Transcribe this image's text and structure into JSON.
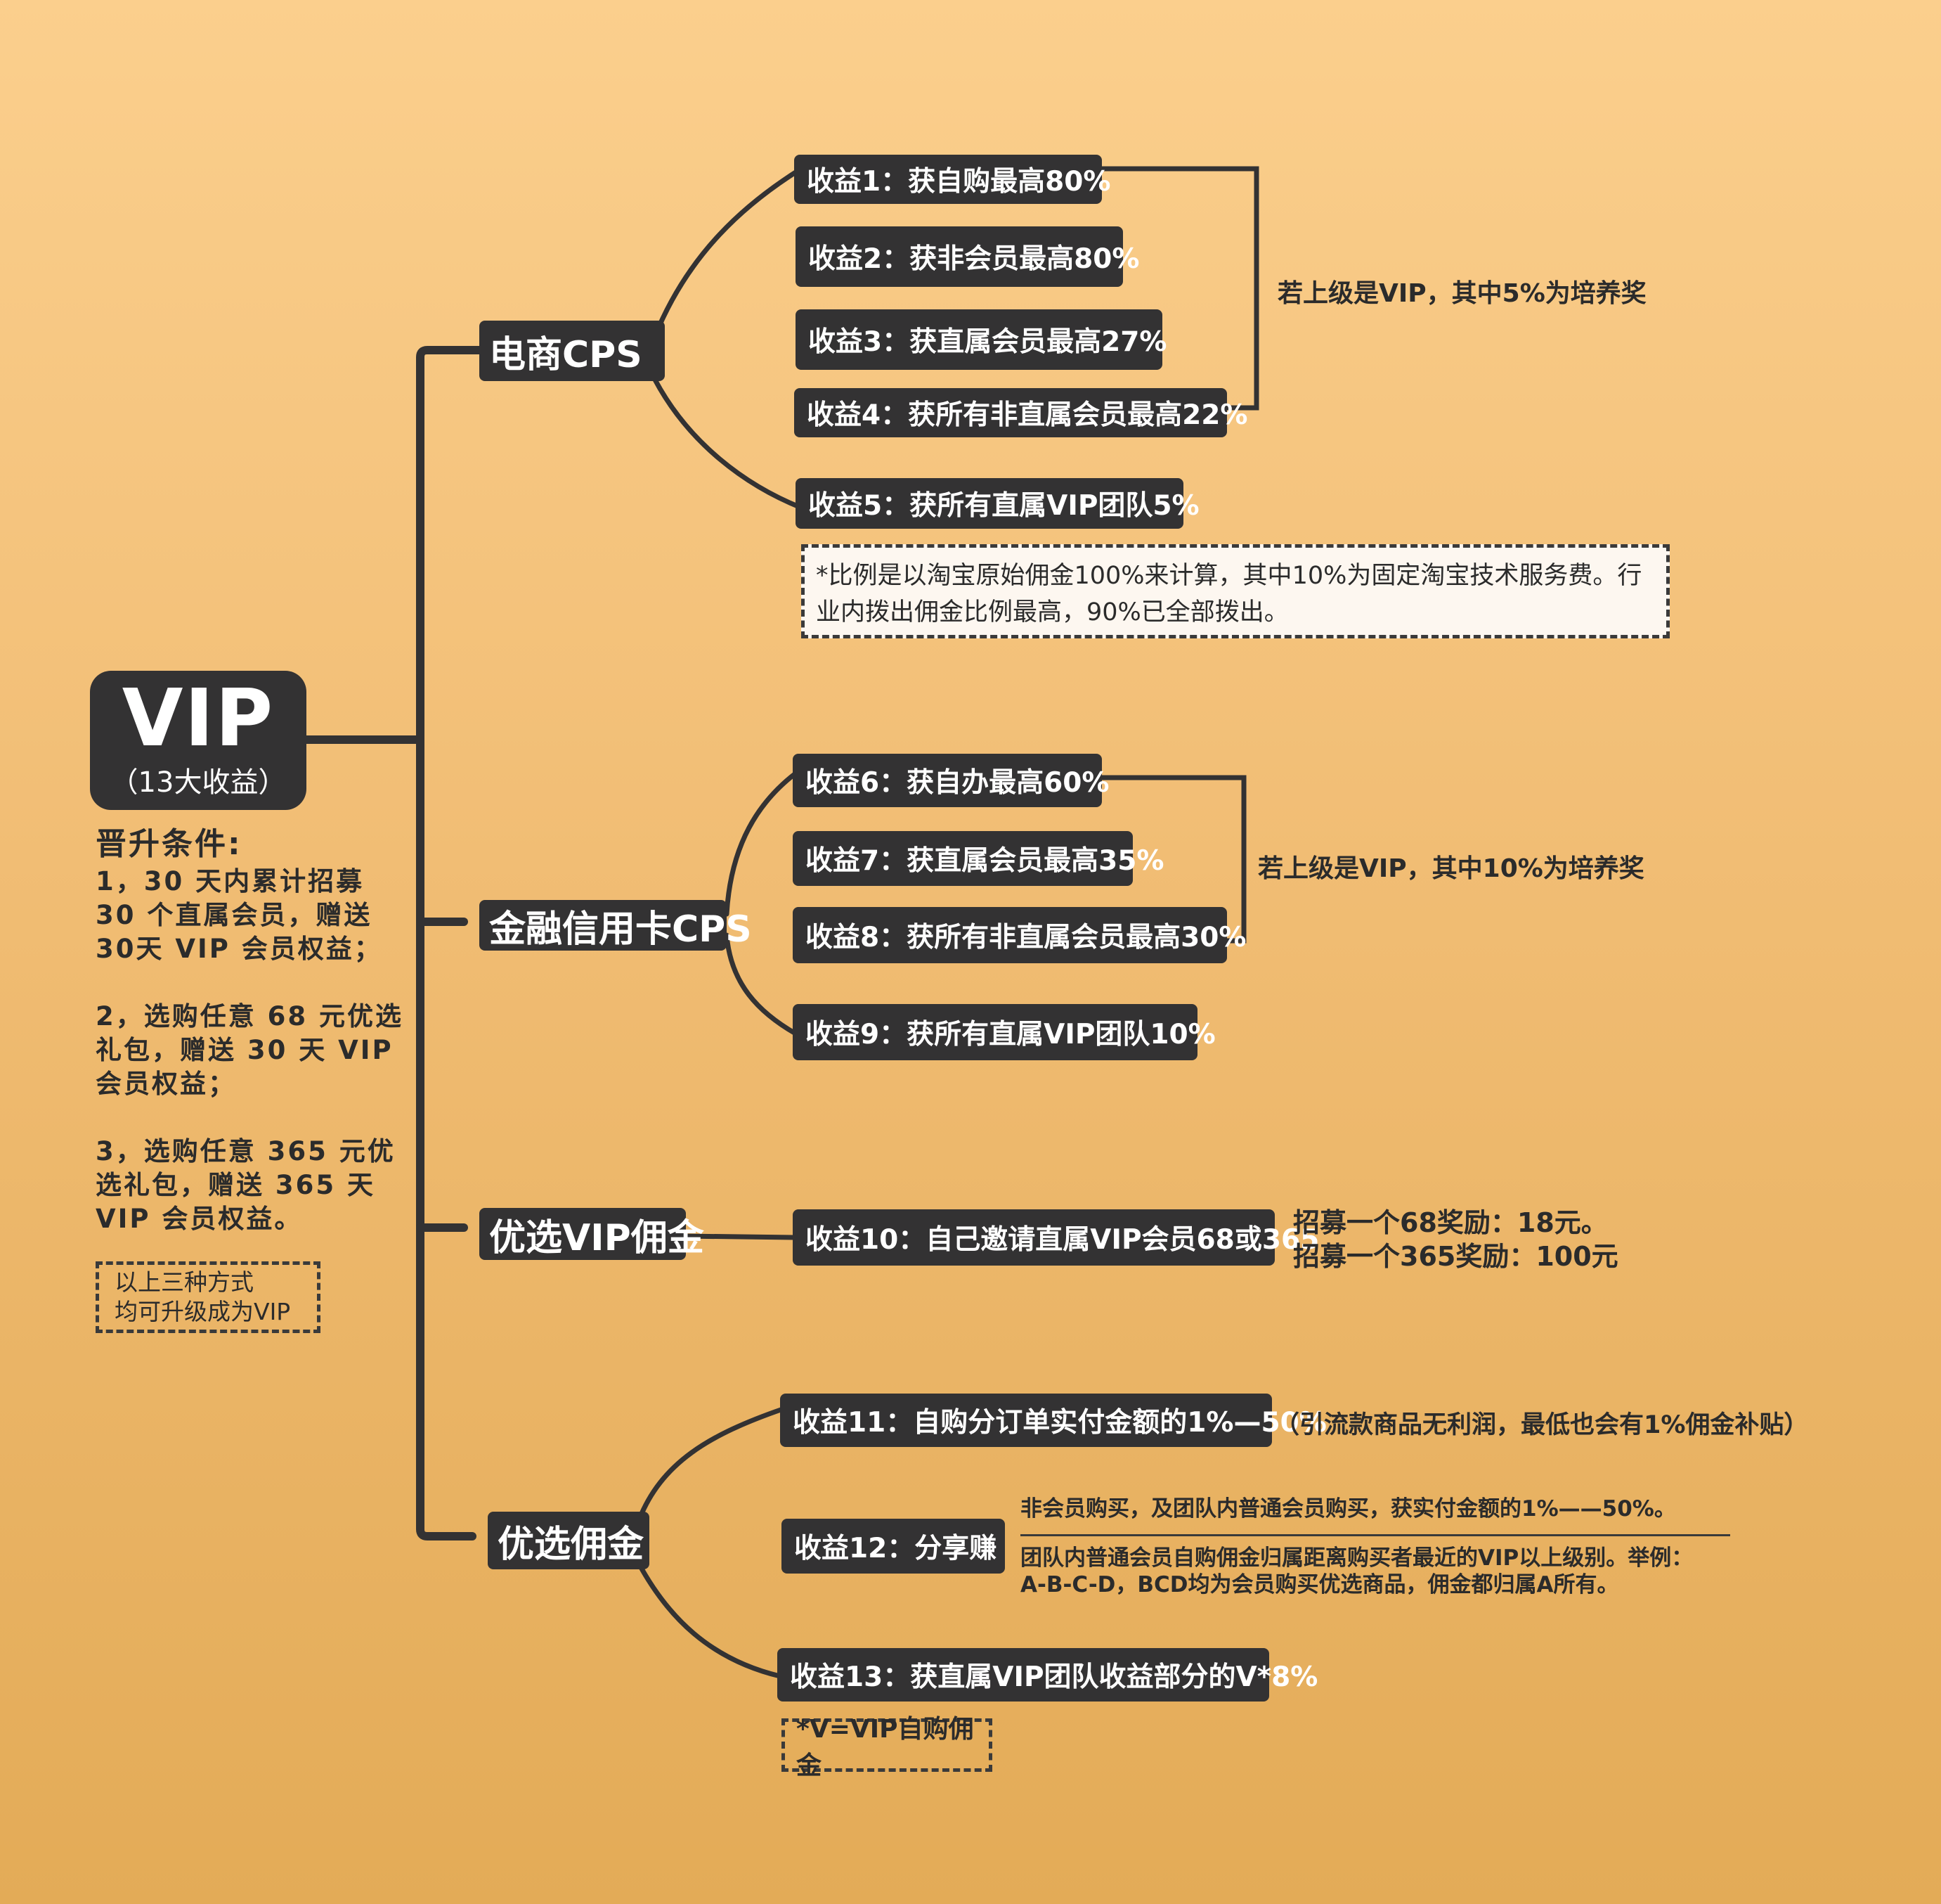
{
  "root": {
    "title": "VIP",
    "subtitle": "（13大收益）"
  },
  "conditions": {
    "heading": "晋升条件:",
    "items": [
      "1，30 天内累计招募 30 个直属会员，赠送 30天 VIP 会员权益；",
      "2，选购任意 68 元优选礼包，赠送 30 天 VIP 会员权益；",
      "3，选购任意 365 元优选礼包，赠送 365 天 VIP 会员权益。"
    ],
    "note": [
      "以上三种方式",
      "均可升级成为VIP"
    ]
  },
  "categories": [
    "电商CPS",
    "金融信用卡CPS",
    "优选VIP佣金",
    "优选佣金"
  ],
  "incomes": [
    "收益1：获自购最高80%",
    "收益2：获非会员最高80%",
    "收益3：获直属会员最高27%",
    "收益4：获所有非直属会员最高22%",
    "收益5：获所有直属VIP团队5%",
    "收益6：获自办最高60%",
    "收益7：获直属会员最高35%",
    "收益8：获所有非直属会员最高30%",
    "收益9：获所有直属VIP团队10%",
    "收益10：自己邀请直属VIP会员68或365",
    "收益11：自购分订单实付金额的1%—50%",
    "收益12：分享赚",
    "收益13：获直属VIP团队收益部分的V*8%"
  ],
  "notes": {
    "ecommerce_bracket": "若上级是VIP，其中5%为培养奖",
    "ecommerce_footnote": [
      "*比例是以淘宝原始佣金100%来计算，其中10%为固定淘宝技术服务费。行",
      "业内拨出佣金比例最高，90%已全部拨出。"
    ],
    "finance_bracket": "若上级是VIP，其中10%为培养奖",
    "vip_reward": [
      "招募一个68奖励：18元。",
      "招募一个365奖励：100元"
    ],
    "income11_remark": "（引流款商品无利润，最低也会有1%佣金补贴）",
    "income12_remark": [
      "非会员购买，及团队内普通会员购买，获实付金额的1%——50%。",
      "团队内普通会员自购佣金归属距离购买者最近的VIP以上级别。举例：",
      "A-B-C-D，BCD均为会员购买优选商品，佣金都归属A所有。"
    ],
    "income13_footnote": "*V=VIP自购佣金"
  },
  "colors": {
    "node": "#333233",
    "text": "#2b2b2b",
    "bg_top": "#fbcf8d",
    "bg_bottom": "#e3ab57",
    "footnote_bg": "#fdf7f0"
  }
}
